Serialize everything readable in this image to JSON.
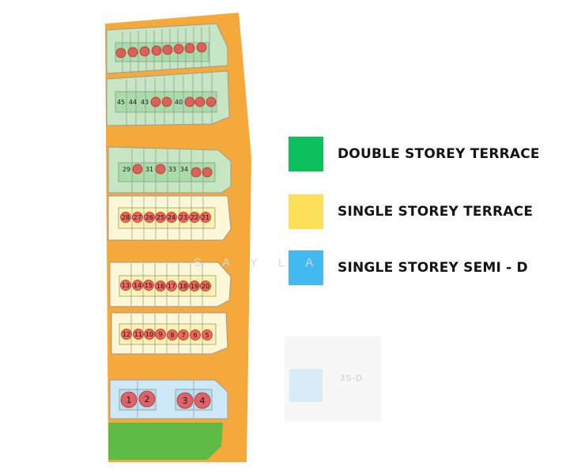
{
  "legend": [
    {
      "label": "DOUBLE STOREY TERRACE",
      "color": "#0cc15c"
    },
    {
      "label": "SINGLE STOREY TERRACE",
      "color": "#fde05a"
    },
    {
      "label": "SINGLE STOREY SEMI - D",
      "color": "#43b9f1"
    }
  ],
  "faded_legend": {
    "label": "3S-D",
    "color": "#d6ecf7"
  },
  "watermark": "SAYLA",
  "colors": {
    "road": "#f5a93a",
    "double": "#c7e6c4",
    "single": "#fcf7d7",
    "semi": "#cde9f7",
    "green": "#5dbb46",
    "marker": "#e64545"
  },
  "rows": [
    {
      "type": "double",
      "plots": [
        "",
        "",
        "",
        "",
        "",
        "",
        "",
        "",
        ""
      ]
    },
    {
      "type": "double",
      "plots": [
        "45",
        "44",
        "43",
        "",
        "",
        "40",
        "",
        "",
        ""
      ]
    },
    {
      "type": "double",
      "plots": [
        "29",
        "",
        "31",
        "",
        "33",
        "34",
        "",
        ""
      ]
    },
    {
      "type": "single",
      "plots": [
        "28",
        "27",
        "26",
        "25",
        "24",
        "23",
        "22",
        "21"
      ]
    },
    {
      "type": "single",
      "plots": [
        "13",
        "14",
        "15",
        "16",
        "17",
        "18",
        "19",
        "20"
      ]
    },
    {
      "type": "single",
      "plots": [
        "12",
        "11",
        "10",
        "9",
        "8",
        "7",
        "6",
        "5"
      ]
    },
    {
      "type": "semi",
      "plots": [
        "1",
        "2",
        "3",
        "4"
      ]
    }
  ]
}
